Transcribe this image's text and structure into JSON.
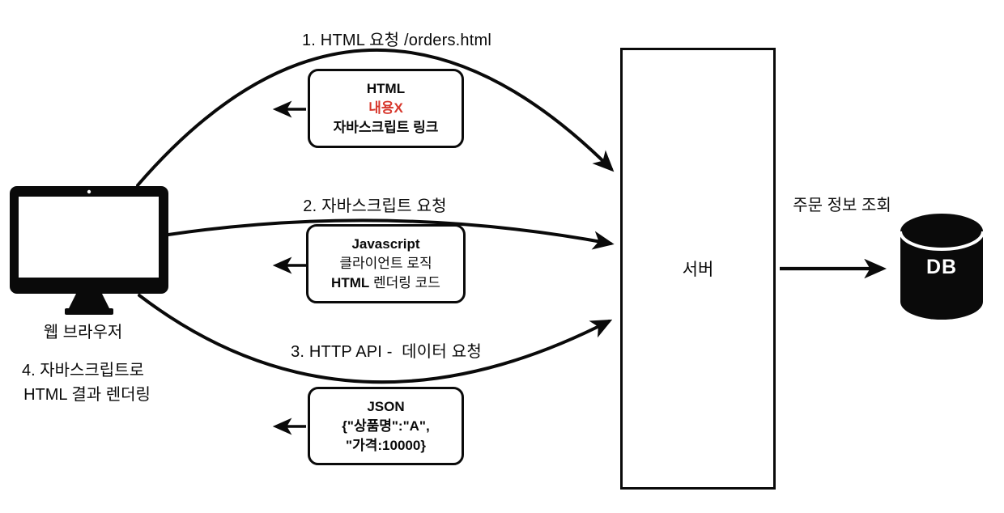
{
  "flows": [
    {
      "label": "1. HTML 요청 /orders.html",
      "box": {
        "line1": "HTML",
        "line2": "내용X",
        "line3": "자바스크립트 링크"
      }
    },
    {
      "label": "2. 자바스크립트 요청",
      "box": {
        "line1": "Javascript",
        "line2": "클라이언트 로직",
        "line3_bold": "HTML",
        "line3_rest": "렌더링 코드"
      }
    },
    {
      "label": "3. HTTP API -  데이터 요청",
      "box": {
        "line1": "JSON",
        "line2": "{\"상품명\":\"A\",",
        "line3": "\"가격:10000}"
      }
    }
  ],
  "browser": {
    "label": "웹 브라우저",
    "note_line1": "4. 자바스크립트로",
    "note_line2": "HTML 결과 렌더링"
  },
  "server": {
    "label": "서버"
  },
  "db": {
    "label": "DB",
    "arrow_label": "주문 정보 조회"
  },
  "colors": {
    "accent_red": "#d7372c",
    "ink": "#000000"
  }
}
